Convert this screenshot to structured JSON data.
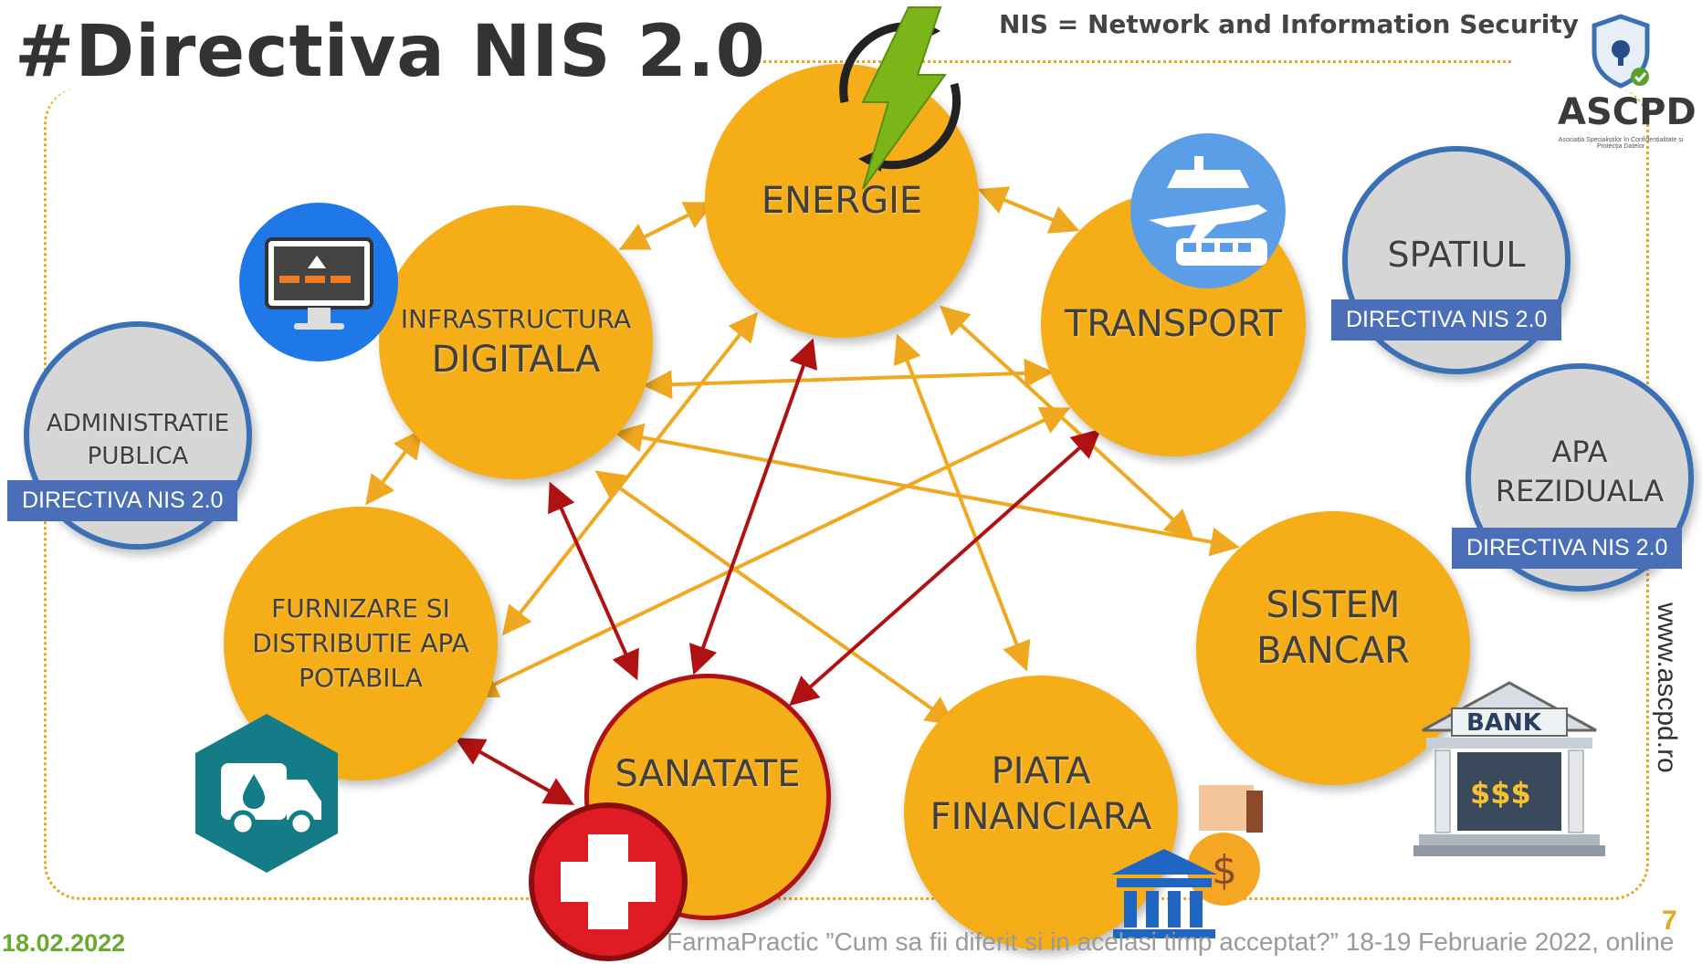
{
  "title": "#Directiva NIS 2.0",
  "subtitle": "NIS = Network and Information Security",
  "logo": {
    "name": "ASCPD",
    "tagline": "Asociația Specialiștilor în Confidențialitate și Protecția Datelor"
  },
  "sectors": {
    "energie": "ENERGIE",
    "infra_line1": "INFRASTRUCTURA",
    "infra_line2": "DIGITALA",
    "transport": "TRANSPORT",
    "apa_line1": "FURNIZARE SI",
    "apa_line2": "DISTRIBUTIE APA",
    "apa_line3": "POTABILA",
    "sanatate": "SANATATE",
    "piata_line1": "PIATA",
    "piata_line2": "FINANCIARA",
    "bancar_line1": "SISTEM",
    "bancar_line2": "BANCAR"
  },
  "new_sectors": {
    "admin_line1": "ADMINISTRATIE",
    "admin_line2": "PUBLICA",
    "spatiul": "SPATIUL",
    "rez_line1": "APA",
    "rez_line2": "REZIDUALA",
    "tag": "DIRECTIVA NIS 2.0"
  },
  "icons": {
    "bank_sign": "BANK",
    "bank_money": "$$$",
    "money_bag": "$"
  },
  "colors": {
    "sector": "#f5ae18",
    "link": "#f0a820",
    "health_link": "#b01212",
    "tag": "#4a6fb8"
  },
  "footer": {
    "date": "18.02.2022",
    "event": "FarmaPractic ”Cum sa fii diferit si in acelasi timp acceptat?” 18-19 Februarie 2022, online",
    "page": "7",
    "website": "www.ascpd.ro"
  }
}
